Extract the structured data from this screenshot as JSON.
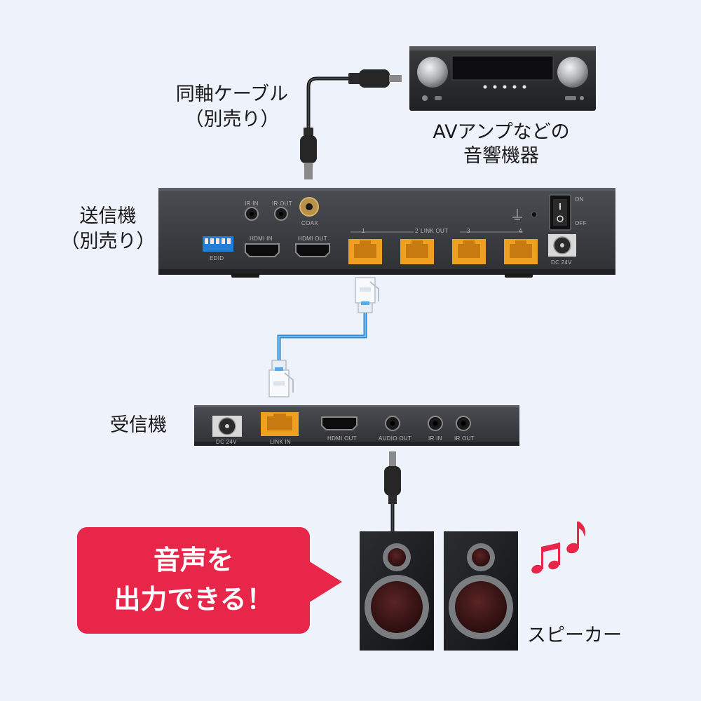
{
  "labels": {
    "coax_cable": "同軸ケーブル",
    "coax_cable_note": "（別売り）",
    "av_amp_line1": "AVアンプなどの",
    "av_amp_line2": "音響機器",
    "transmitter": "送信機",
    "transmitter_note": "（別売り）",
    "receiver": "受信機",
    "speaker": "スピーカー"
  },
  "callout": {
    "line1": "音声を",
    "line2": "出力できる！"
  },
  "transmitter_ports": {
    "ir_in": "IR IN",
    "ir_out": "IR OUT",
    "coax": "COAX",
    "hdmi_in": "HDMI IN",
    "hdmi_out": "HDMI OUT",
    "edid": "EDID",
    "link_out": "LINK OUT",
    "link_1": "1",
    "link_2": "2",
    "link_3": "3",
    "link_4": "4",
    "on": "ON",
    "off": "OFF",
    "dc": "DC 24V"
  },
  "receiver_ports": {
    "dc": "DC 24V",
    "link_in": "LINK IN",
    "hdmi_out": "HDMI OUT",
    "audio_out": "AUDIO OUT",
    "ir_in": "IR IN",
    "ir_out": "IR OUT"
  },
  "colors": {
    "background": "#eef3fb",
    "callout": "#e8264a",
    "lan_cable": "#3a9be0",
    "rj45": "#f0a020",
    "music_note": "#e8264a"
  }
}
